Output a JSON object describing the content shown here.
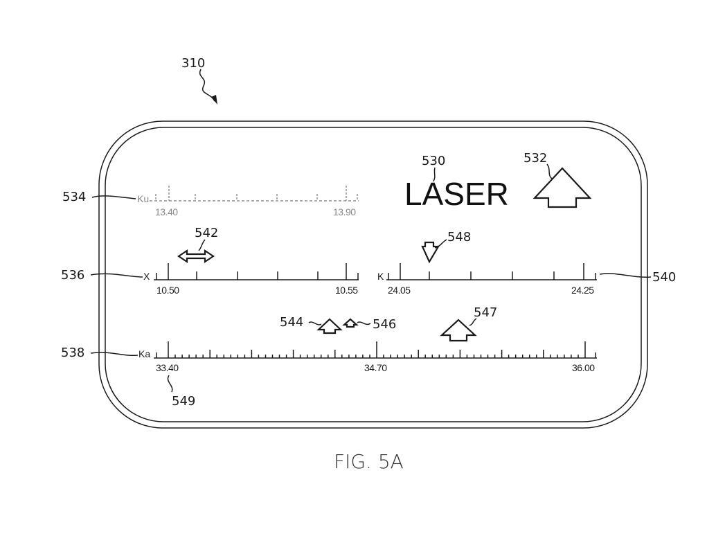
{
  "figure": {
    "device_ref": "310",
    "caption": "FIG. 5A"
  },
  "display": {
    "mode_label": "LASER",
    "mode_label_ref": "530",
    "mode_arrow_ref": "532"
  },
  "scales": {
    "ku": {
      "ref": "534",
      "band": "Ku",
      "left_label": "13.40",
      "right_label": "13.90"
    },
    "x": {
      "ref": "536",
      "band": "X",
      "left_label": "10.50",
      "right_label": "10.55",
      "indicator_ref": "542"
    },
    "k": {
      "ref": "540",
      "band": "K",
      "left_label": "24.05",
      "right_label": "24.25",
      "indicator_ref": "548"
    },
    "ka": {
      "ref": "538",
      "band": "Ka",
      "left_label": "33.40",
      "mid_label": "34.70",
      "right_label": "36.00",
      "left_label_ref": "549",
      "indicator_refs": [
        "544",
        "546",
        "547"
      ]
    }
  }
}
